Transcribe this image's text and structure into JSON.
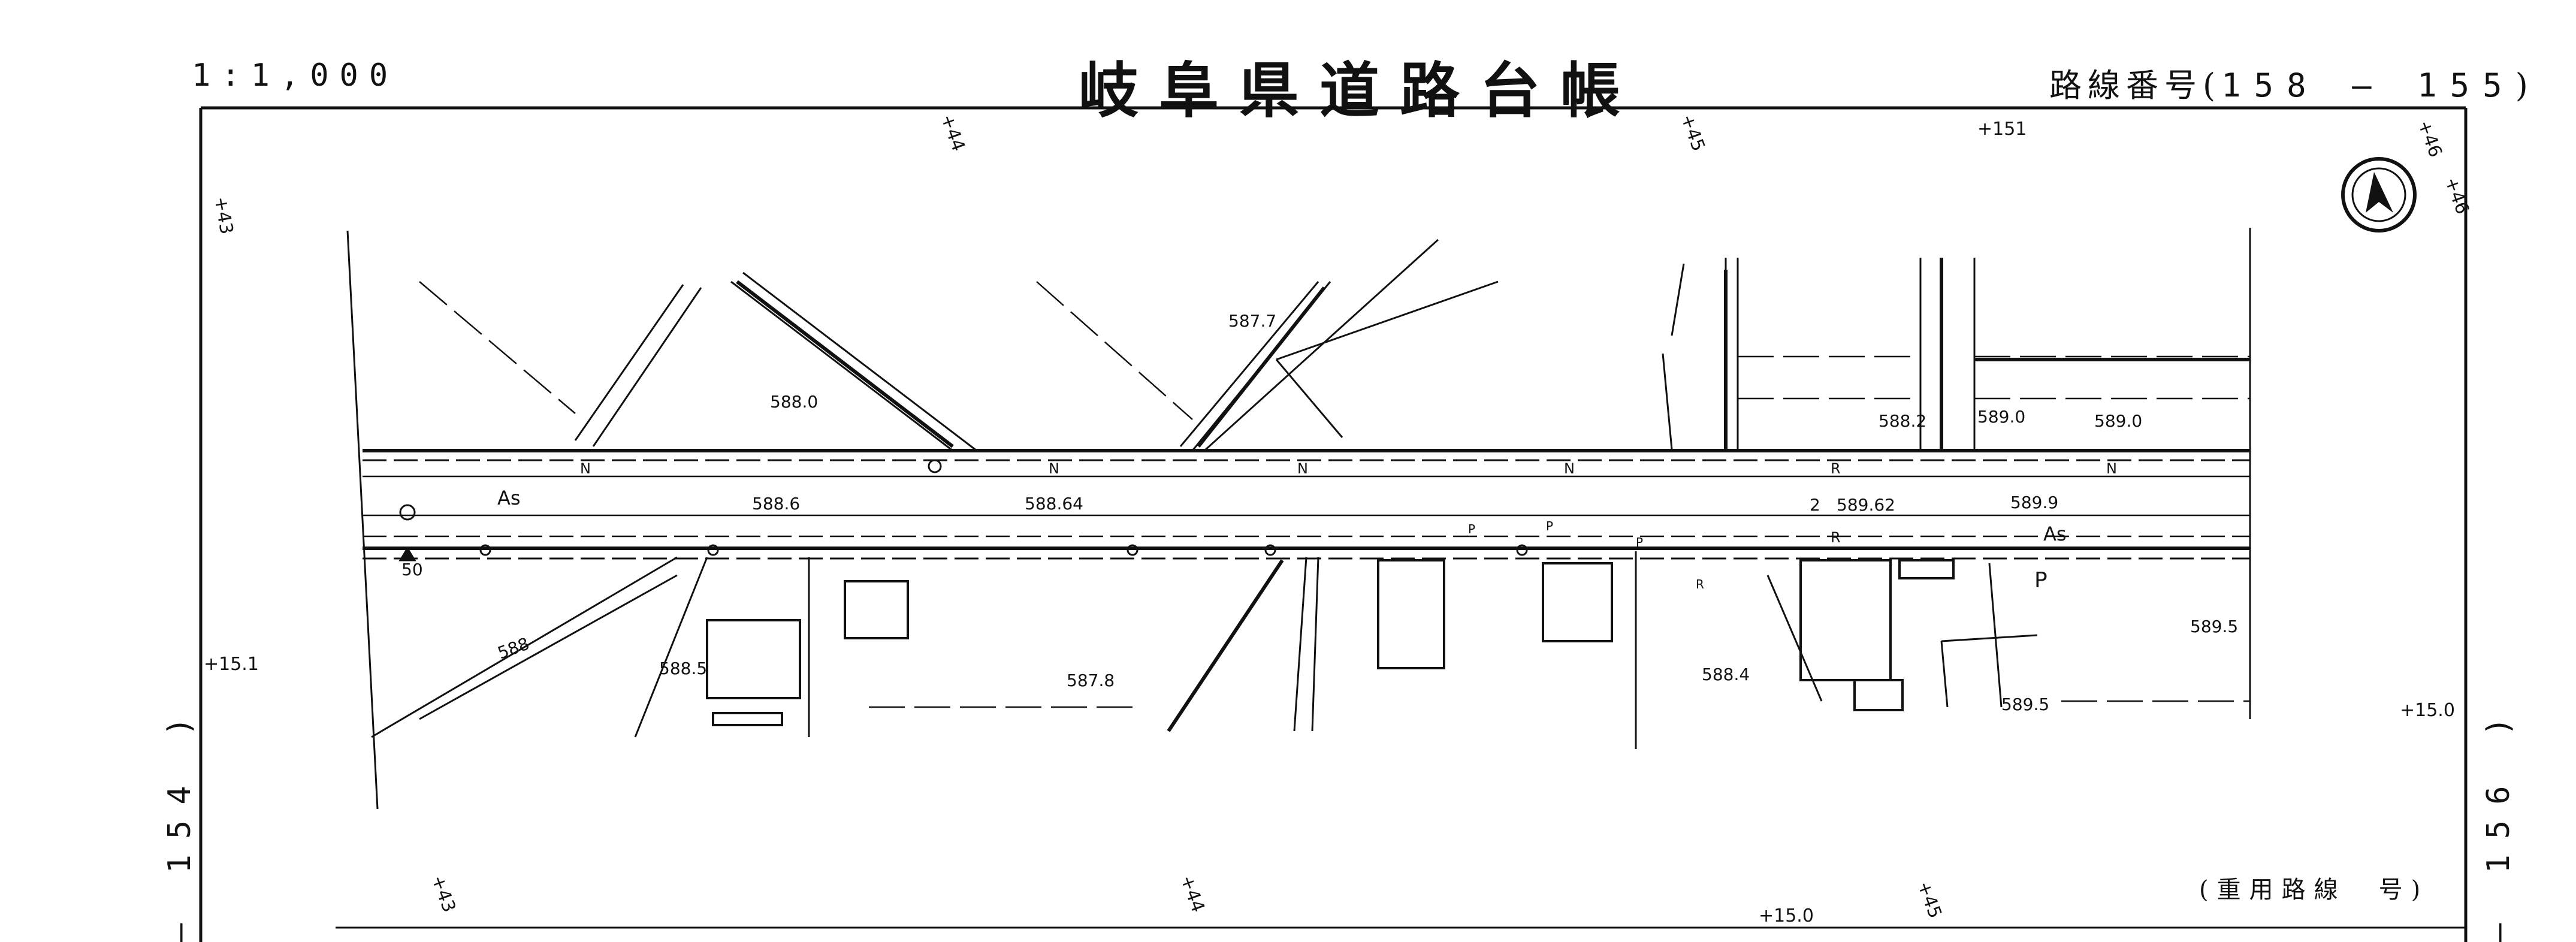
{
  "header": {
    "scale": "1:1,000",
    "title": "岐阜県道路台帳",
    "route_label": "路線番号",
    "route_number": "158 — 155",
    "joint_use": "(重用路線　号)"
  },
  "adjacent_sheets": {
    "left": "— 154 )",
    "right": "— 156 )"
  },
  "map": {
    "station_marks": [
      "+43",
      "+44",
      "+45",
      "+151",
      "+46",
      "+46",
      "+15.1",
      "+15.0",
      "+43",
      "+44",
      "+15.0",
      "+45"
    ],
    "elevations": [
      "587.7",
      "588.0",
      "588.2",
      "589.0",
      "589.0",
      "588.6",
      "588.64",
      "2",
      "589.62",
      "589.9",
      "588",
      "588.5",
      "587.8",
      "588.4",
      "589.5",
      "589.5",
      "50"
    ],
    "surface_labels": [
      "As",
      "As"
    ],
    "edge_codes": [
      "N",
      "N",
      "N",
      "N",
      "R",
      "N",
      "R",
      "P"
    ],
    "misc_labels": [
      "P",
      "P",
      "P",
      "R"
    ],
    "north_arrow": "north-arrow-icon"
  }
}
